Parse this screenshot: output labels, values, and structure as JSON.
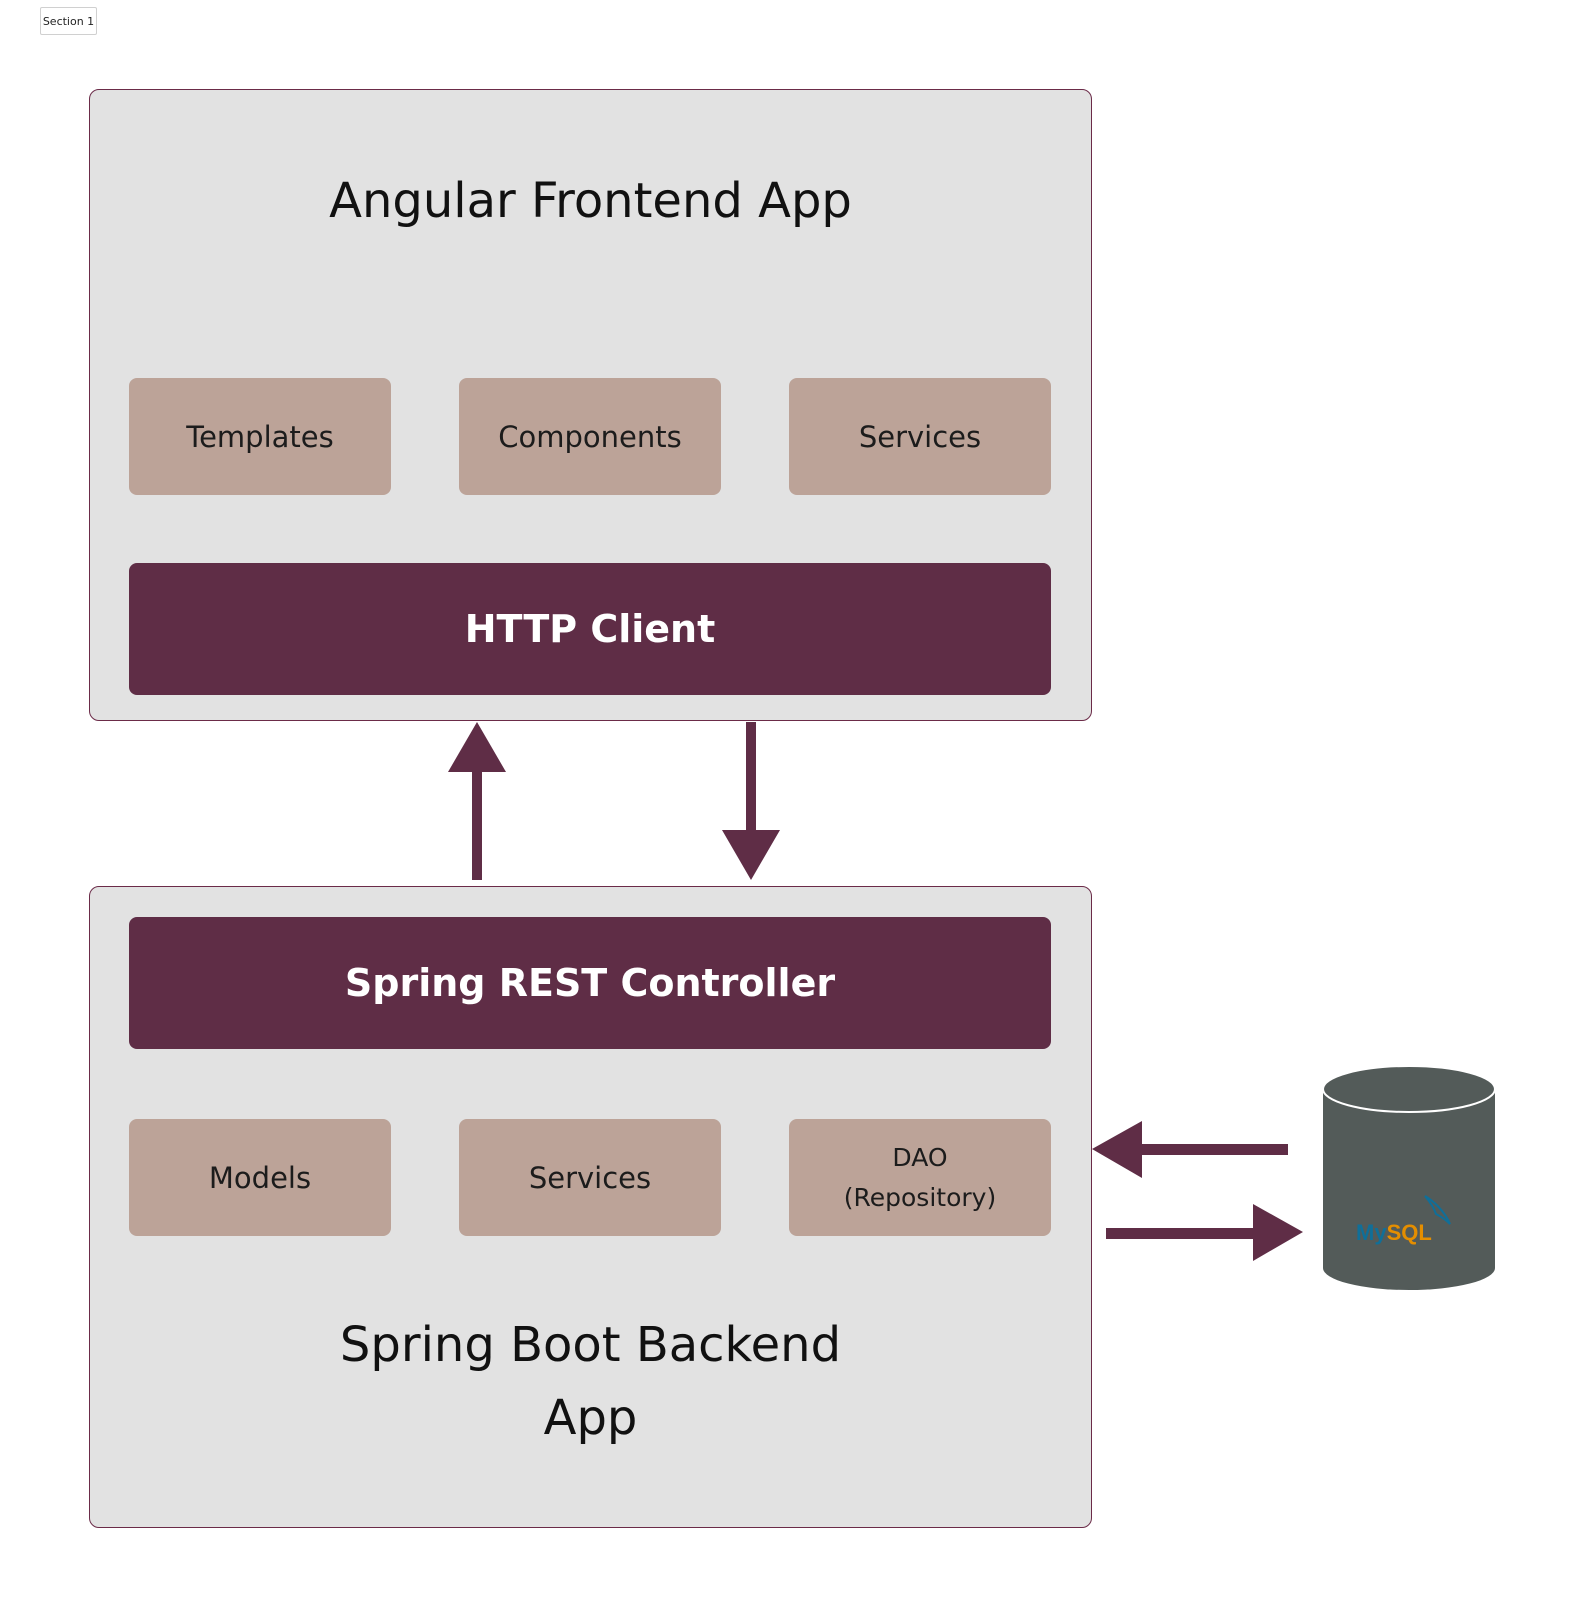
{
  "section_tag": "Section 1",
  "frontend": {
    "title": "Angular Frontend App",
    "modules": [
      "Templates",
      "Components",
      "Services"
    ],
    "client": "HTTP Client"
  },
  "backend": {
    "controller": "Spring REST Controller",
    "modules": [
      "Models",
      "Services",
      "DAO\n(Repository)"
    ],
    "title_line1": "Spring Boot Backend",
    "title_line2": "App"
  },
  "database": {
    "logo_text": "MySQL",
    "body_color": "#535b59",
    "logo_colors": {
      "my": "#0f6f99",
      "sql": "#e48e00"
    }
  },
  "colors": {
    "panel_bg": "#e2e2e2",
    "panel_border": "#6b2b48",
    "chip_bg": "#bca398",
    "bar_bg": "#5f2d46",
    "arrow": "#5f2d46"
  }
}
